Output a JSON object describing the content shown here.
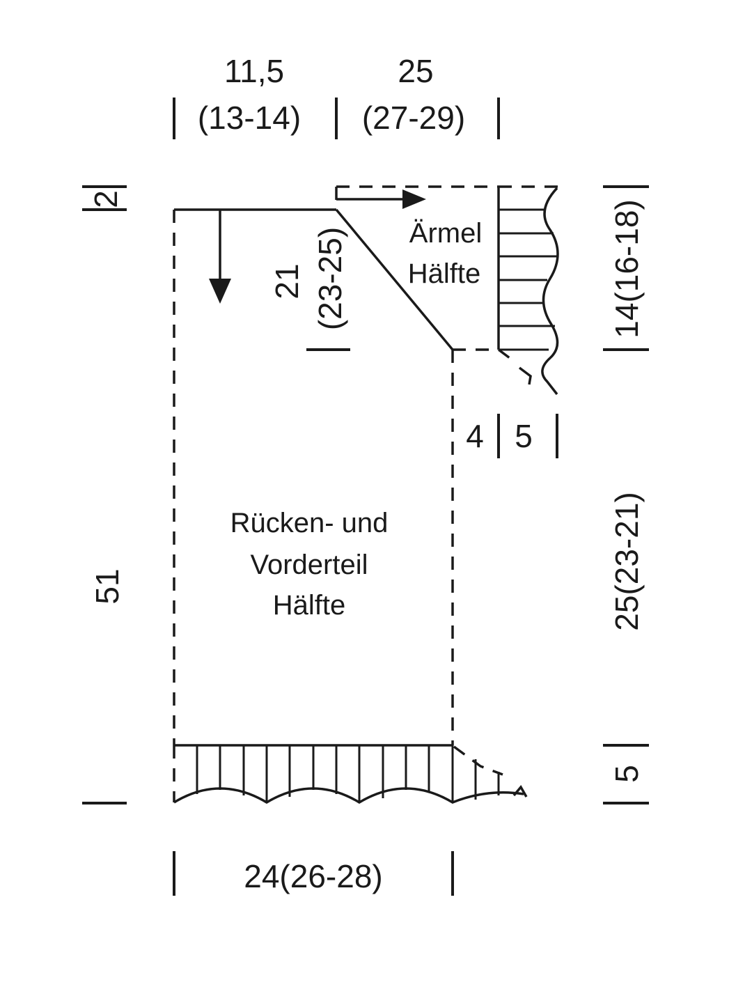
{
  "labels": {
    "top_left_value": "11,5",
    "top_left_range": "(13-14)",
    "top_right_value": "25",
    "top_right_range": "(27-29)",
    "left_small": "2",
    "left_height": "51",
    "sleeve_depth_value": "21",
    "sleeve_depth_range": "(23-25)",
    "sleeve_title_1": "Ärmel",
    "sleeve_title_2": "Hälfte",
    "right_sleeve_width": "14(16-18)",
    "cuff_left": "4",
    "cuff_right": "5",
    "body_title_1": "Rücken- und",
    "body_title_2": "Vorderteil",
    "body_title_3": "Hälfte",
    "right_body_height": "25(23-21)",
    "right_rib": "5",
    "bottom_width": "24(26-28)"
  },
  "colors": {
    "ink": "#1a1a1a",
    "background": "#ffffff"
  }
}
